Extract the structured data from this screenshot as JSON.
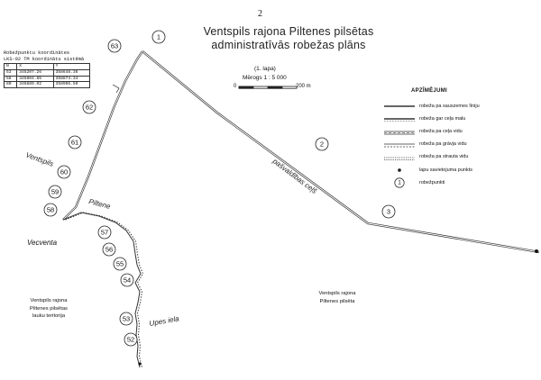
{
  "page_number": "2",
  "title": {
    "line1": "Ventspils rajona Piltenes pilsētas",
    "line2": "administratīvās robežas plāns"
  },
  "sheet_label": "(1. lapa)",
  "scale": {
    "label": "Mērogs 1 : 5 000",
    "start": "0",
    "end": "200 m"
  },
  "coordinates": {
    "heading_line1": "Robežpunktu koordinātes",
    "heading_line2": "LKS-92 TM koordinātu sistēmā",
    "columns": [
      "N",
      "X",
      "Y"
    ],
    "rows": [
      [
        "53",
        "345207.26",
        "358648.36"
      ],
      [
        "58",
        "345804.85",
        "358874.34"
      ],
      [
        "80",
        "345889.02",
        "358905.59"
      ]
    ]
  },
  "legend": {
    "heading": "APZĪMĒJUMI",
    "items": [
      "robeža pa sauszemes līniju",
      "robeža gar ceļa malu",
      "robeža pa ceļa vidu",
      "robeža pa grāvja vidu",
      "robeža pa strauta vidu",
      "lapu savietojuma punkts",
      "robežpunkti"
    ],
    "point_symbol": "1"
  },
  "map_labels": {
    "road": "pašvaldības ceļš",
    "ventspils": "Ventspils",
    "piltene": "Piltene",
    "vecventa": "Vecventa",
    "upes_iela": "Upes iela"
  },
  "areas": {
    "left": [
      "Ventspils rajona",
      "Piltenes pilsētas",
      "lauku teritorija"
    ],
    "right": [
      "Ventspils rajona",
      "Piltenes pilsēta"
    ]
  },
  "boundary_points": [
    "1",
    "2",
    "3",
    "52",
    "53",
    "54",
    "55",
    "56",
    "57",
    "58",
    "59",
    "60",
    "61",
    "62",
    "63"
  ],
  "colors": {
    "ink": "#222222",
    "paper": "#ffffff"
  }
}
